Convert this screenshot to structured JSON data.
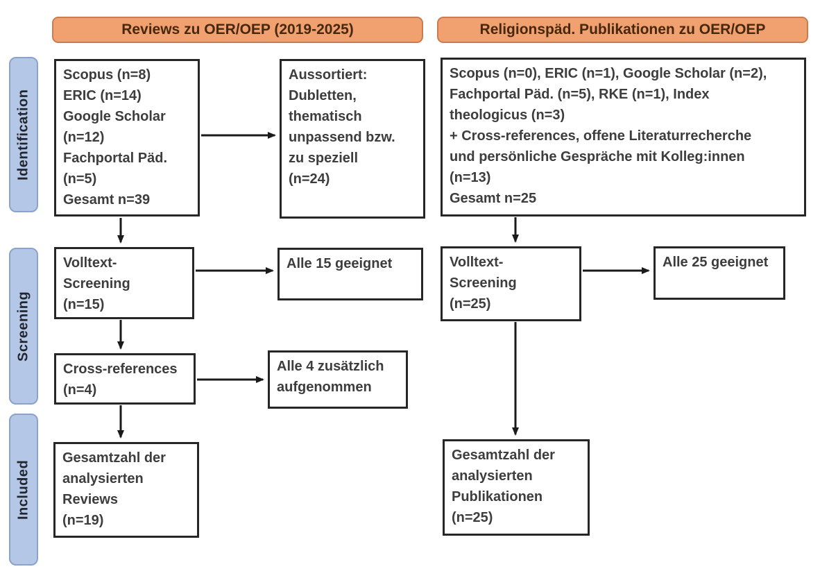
{
  "headers": {
    "left": "Reviews zu OER/OEP (2019-2025)",
    "right": "Religionspäd. Publikationen zu OER/OEP"
  },
  "stages": {
    "identification": "Identification",
    "screening": "Screening",
    "included": "Included"
  },
  "boxes": {
    "left_sources": {
      "lines": [
        "Scopus (n=8)",
        "ERIC (n=14)",
        "Google Scholar",
        "(n=12)",
        "Fachportal Päd.",
        "(n=5)",
        "Gesamt n=39"
      ]
    },
    "excluded": {
      "lines": [
        "Aussortiert:",
        "Dubletten,",
        "thematisch",
        "unpassend bzw.",
        "zu speziell",
        "(n=24)"
      ]
    },
    "right_sources": {
      "lines": [
        "Scopus (n=0), ERIC (n=1), Google Scholar (n=2),",
        "Fachportal Päd. (n=5), RKE (n=1), Index",
        "theologicus (n=3)",
        "+ Cross-references, offene Literaturrecherche",
        "und persönliche Gespräche mit Kolleg:innen",
        "(n=13)",
        "Gesamt n=25"
      ]
    },
    "fulltext_left": {
      "lines": [
        "Volltext-",
        "Screening",
        "(n=15)"
      ]
    },
    "eligible_left": {
      "lines": [
        "Alle 15 geeignet"
      ]
    },
    "fulltext_right": {
      "lines": [
        "Volltext-",
        "Screening",
        "(n=25)"
      ]
    },
    "eligible_right": {
      "lines": [
        "Alle 25 geeignet"
      ]
    },
    "crossref": {
      "lines": [
        "Cross-references",
        "(n=4)"
      ]
    },
    "added": {
      "lines": [
        "Alle 4 zusätzlich",
        "aufgenommen"
      ]
    },
    "total_left": {
      "lines": [
        "Gesamtzahl der",
        "analysierten",
        "Reviews",
        "(n=19)"
      ]
    },
    "total_right": {
      "lines": [
        "Gesamtzahl der",
        "analysierten",
        "Publikationen",
        "(n=25)"
      ]
    }
  },
  "colors": {
    "header_fill": "#f1a170",
    "header_border": "#c87c4f",
    "header_text": "#46280e",
    "stage_fill": "#b4c7e7",
    "stage_border": "#8aa2cc",
    "stage_text": "#23262e",
    "box_border": "#262626",
    "box_text": "#3d3d3d",
    "arrow": "#1a1a1a",
    "background": "#ffffff"
  }
}
